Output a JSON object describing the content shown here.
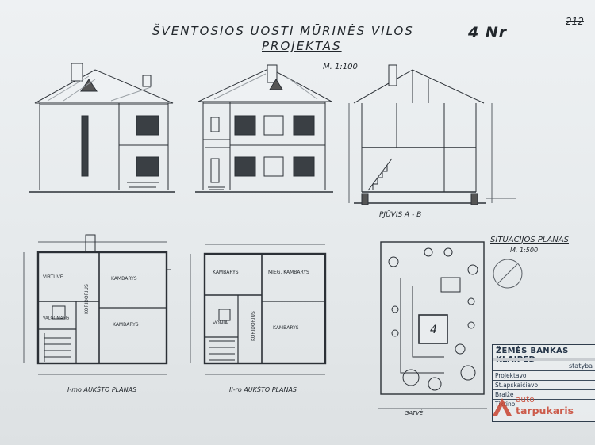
{
  "title": {
    "line1": "ŠVENTOSIOS UOSTI  MŪRINĖS VILOS",
    "line2": "PROJEKTAS",
    "sheet_number": "4 Nr",
    "corner_number": "212"
  },
  "scale_main": "M. 1:100",
  "section_label": "PJŪVIS A - B",
  "site_plan": {
    "title": "SITUACIJOS PLANAS",
    "scale": "M. 1:500",
    "plot_number": "4",
    "street": "GATVĖ"
  },
  "plan1": {
    "label": "I-mo AUKŠTO PLANAS",
    "rooms": [
      "VIRTUVĖ",
      "KAMBARYS",
      "KAMBARYS",
      "VALGOMASIS",
      "KORIDORIUS"
    ]
  },
  "plan2": {
    "label": "II-ro AUKŠTO PLANAS",
    "rooms": [
      "KAMBARYS",
      "MIEG. KAMBARYS",
      "KAMBARYS",
      "VONIA",
      "KORIDORIUS"
    ]
  },
  "stamp": {
    "bank": "ŽEMĖS BANKAS KLAIPĖD",
    "statyba": "statyba",
    "rows": [
      "Projektavo",
      "St.apskaičiavo",
      "Braižė",
      "Tikrino"
    ]
  },
  "watermark": {
    "line1": "auto",
    "line2": "tarpukaris",
    "accent": "#c8432f"
  }
}
